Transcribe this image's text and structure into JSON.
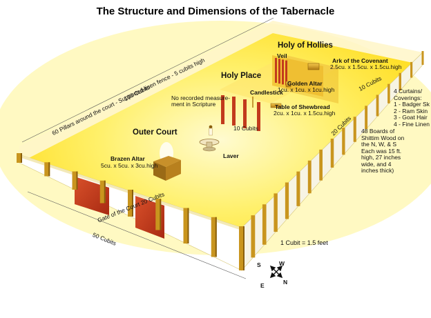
{
  "title": "The Structure and Dimensions of the Tabernacle",
  "labels": {
    "holy_of_holies": "Holy of Hollies",
    "veil": "Veil",
    "ark_name": "Ark of the Covenant",
    "ark_dims": "2.5cu. x 1.5cu. x 1.5cu.high",
    "holy_place": "Holy Place",
    "golden_altar_name": "Golden Altar",
    "golden_altar_dims": "1cu. x 1cu. x 1cu.high",
    "candlestick": "Candlestick",
    "no_record_1": "No recorded measure-",
    "no_record_2": "ment in Scripture",
    "table_name": "Table of Shewbread",
    "table_dims": "2cu. x 1cu. x 1.5cu.high",
    "ten_cubits_side": "10 Cubits",
    "ten_cubits_front": "10 Cubits",
    "twenty_cubits": "20 Cubits",
    "outer_court": "Outer Court",
    "laver": "Laver",
    "brazen_altar_name": "Brazen Altar",
    "brazen_altar_dims": "5cu. x 5cu. x 3cu.high",
    "hundred_cubits": "100 Cubits",
    "pillars_note": "60 Pillars around the court - Supported linen fence - 5 cubits high",
    "gate": "Gate of the Court 20 Cubits",
    "fifty_cubits": "50 Cubits",
    "coverings": [
      "4 Curtains/",
      "Coverings:",
      "1 - Badger Sk",
      "2 - Ram Skin",
      "3 - Goat Hair",
      "4 - Fine Linen"
    ],
    "boards": [
      "48 Boards of",
      "Shittim Wood on",
      "the N, W, & S",
      "Each was 15 ft.",
      "high, 27 inches",
      "wide, and 4",
      "inches thick)"
    ],
    "cubit_note": "1 Cubit = 1.5 feet"
  },
  "compass": {
    "S": "S",
    "W": "W",
    "E": "E",
    "N": "N"
  },
  "colors": {
    "court_floor": "#ffe94a",
    "glow": "#fff59a",
    "linen": "#ffffff",
    "pillar": "#c9951e",
    "pillar_dark": "#8a5f0c",
    "gate_red": "#c23a1c",
    "gold": "#e8b02a",
    "bronze": "#a8741c"
  }
}
